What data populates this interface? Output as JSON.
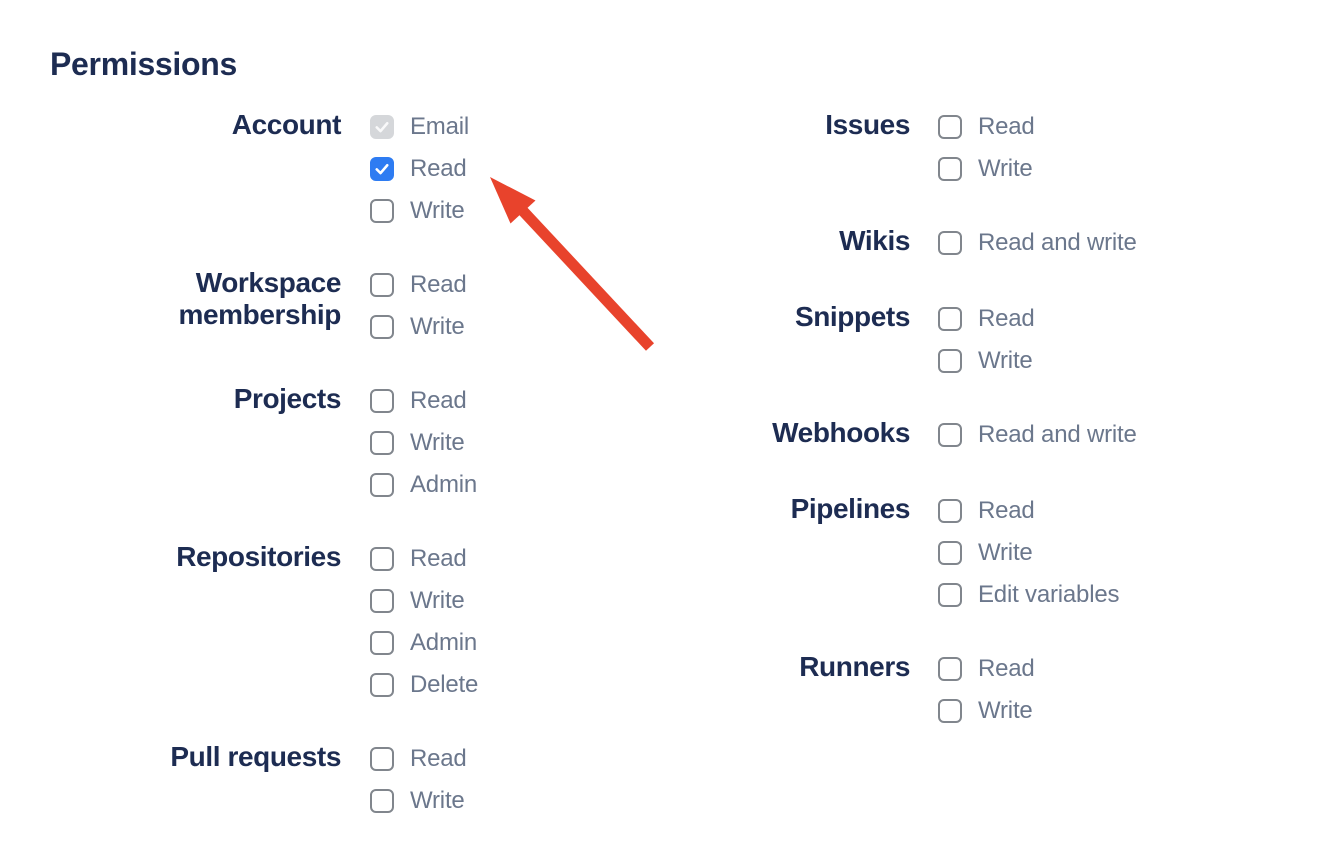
{
  "heading": "Permissions",
  "colors": {
    "navy": "#1d2c52",
    "gray_text": "#6B778C",
    "accent_blue": "#2e7cf2",
    "cb_border": "#81868d",
    "disabled_bg": "#d5d7da",
    "arrow_red": "#e8432c"
  },
  "columns": {
    "left": [
      {
        "label": "Account",
        "options": [
          {
            "label": "Email",
            "checked": true,
            "disabled": true
          },
          {
            "label": "Read",
            "checked": true,
            "disabled": false
          },
          {
            "label": "Write",
            "checked": false,
            "disabled": false
          }
        ]
      },
      {
        "label": "Workspace membership",
        "options": [
          {
            "label": "Read",
            "checked": false,
            "disabled": false
          },
          {
            "label": "Write",
            "checked": false,
            "disabled": false
          }
        ]
      },
      {
        "label": "Projects",
        "options": [
          {
            "label": "Read",
            "checked": false,
            "disabled": false
          },
          {
            "label": "Write",
            "checked": false,
            "disabled": false
          },
          {
            "label": "Admin",
            "checked": false,
            "disabled": false
          }
        ]
      },
      {
        "label": "Repositories",
        "options": [
          {
            "label": "Read",
            "checked": false,
            "disabled": false
          },
          {
            "label": "Write",
            "checked": false,
            "disabled": false
          },
          {
            "label": "Admin",
            "checked": false,
            "disabled": false
          },
          {
            "label": "Delete",
            "checked": false,
            "disabled": false
          }
        ]
      },
      {
        "label": "Pull requests",
        "options": [
          {
            "label": "Read",
            "checked": false,
            "disabled": false
          },
          {
            "label": "Write",
            "checked": false,
            "disabled": false
          }
        ]
      }
    ],
    "right": [
      {
        "label": "Issues",
        "options": [
          {
            "label": "Read",
            "checked": false,
            "disabled": false
          },
          {
            "label": "Write",
            "checked": false,
            "disabled": false
          }
        ]
      },
      {
        "label": "Wikis",
        "options": [
          {
            "label": "Read and write",
            "checked": false,
            "disabled": false
          }
        ]
      },
      {
        "label": "Snippets",
        "options": [
          {
            "label": "Read",
            "checked": false,
            "disabled": false
          },
          {
            "label": "Write",
            "checked": false,
            "disabled": false
          }
        ]
      },
      {
        "label": "Webhooks",
        "options": [
          {
            "label": "Read and write",
            "checked": false,
            "disabled": false
          }
        ]
      },
      {
        "label": "Pipelines",
        "options": [
          {
            "label": "Read",
            "checked": false,
            "disabled": false
          },
          {
            "label": "Write",
            "checked": false,
            "disabled": false
          },
          {
            "label": "Edit variables",
            "checked": false,
            "disabled": false
          }
        ]
      },
      {
        "label": "Runners",
        "options": [
          {
            "label": "Read",
            "checked": false,
            "disabled": false
          },
          {
            "label": "Write",
            "checked": false,
            "disabled": false
          }
        ]
      }
    ]
  },
  "annotation": {
    "arrow_target": "account-read-checkbox"
  }
}
